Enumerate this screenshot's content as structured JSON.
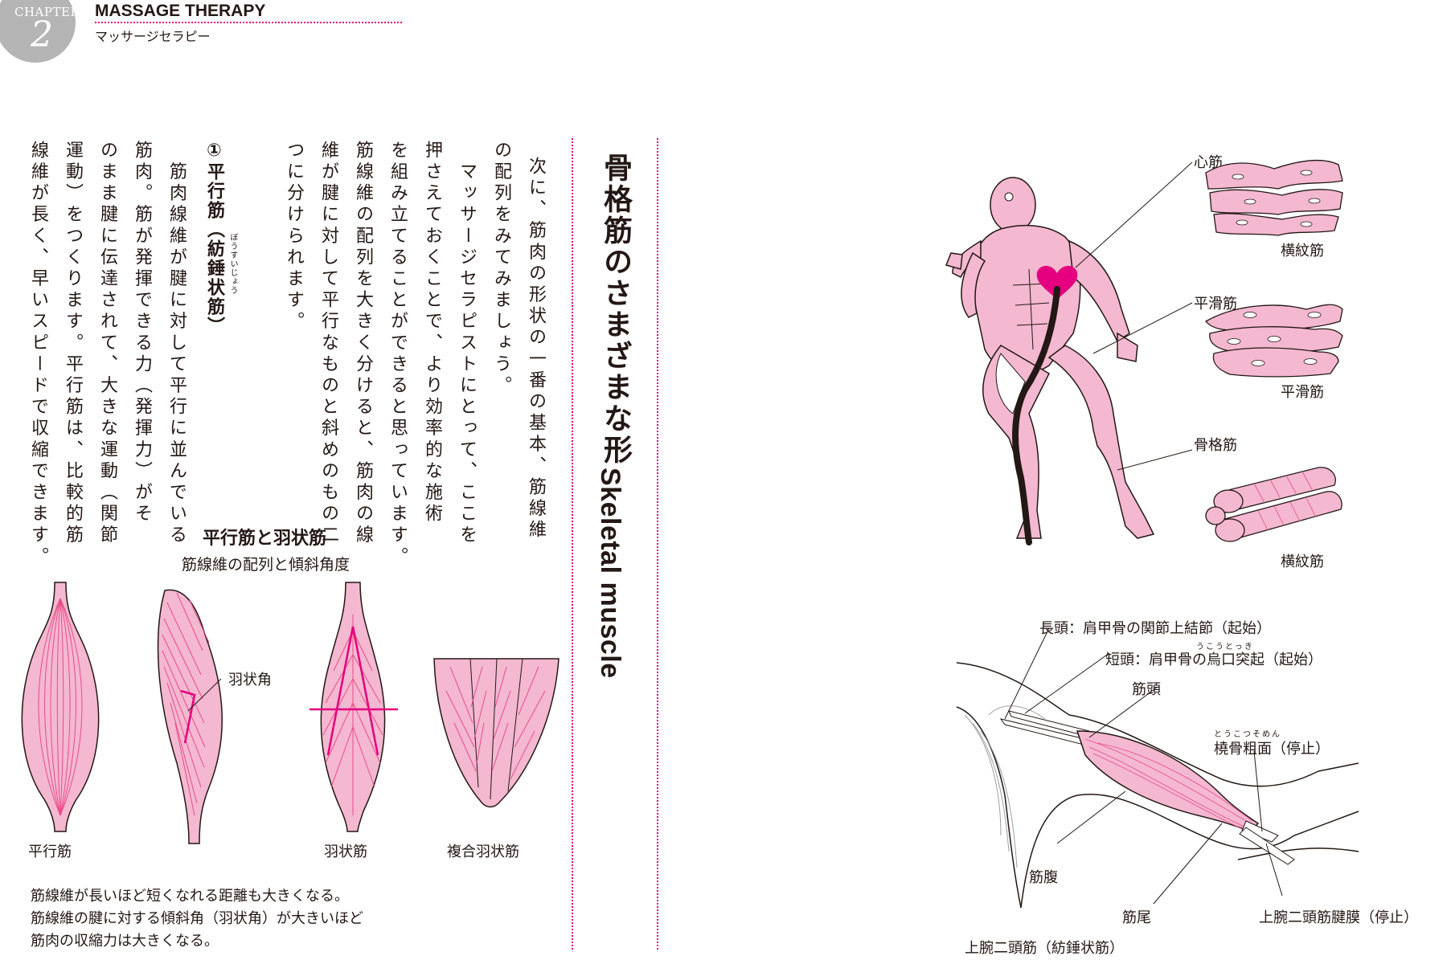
{
  "header": {
    "chapter_word": "CHAPTER",
    "chapter_number": "2",
    "title": "MASSAGE THERAPY",
    "subtitle": "マッサージセラピー"
  },
  "heading": {
    "ja": "骨格筋のさまざまな形",
    "en": "Skeletal muscle"
  },
  "body": {
    "lines": [
      "次に、筋肉の形状の一番の基本、筋線維",
      "の配列をみてみましょう。",
      "　マッサージセラピストにとって、ここを",
      "押さえておくことで、より効率的な施術",
      "を組み立てることができると思っています。",
      "筋線維の配列を大きく分けると、筋肉の線",
      "維が腱に対して平行なものと斜めのもの二",
      "つに分けられます。"
    ],
    "section_heading": "①平行筋（紡錘状筋）",
    "section_ruby": "ぼうすいじょう",
    "section_lines": [
      "　筋肉線維が腱に対して平行に並んでいる",
      "筋肉。筋が発揮できる力（発揮力）がそ",
      "のまま腱に伝達されて、大きな運動（関節",
      "運動）をつくります。平行筋は、比較的筋",
      "線維が長く、早いスピードで収縮できます。"
    ]
  },
  "figure_fiber": {
    "title": "平行筋と羽状筋",
    "subtitle": "筋線維の配列と傾斜角度",
    "labels": {
      "parallel": "平行筋",
      "pennate": "羽状筋",
      "multipennate": "複合羽状筋",
      "pennation_angle": "羽状角"
    },
    "notes": [
      "筋線維が長いほど短くなれる距離も大きくなる。",
      "筋線維の腱に対する傾斜角（羽状角）が大きいほど",
      "筋肉の収縮力は大きくなる。"
    ]
  },
  "figure_types": {
    "labels": {
      "cardiac": "心筋",
      "striated_1": "横紋筋",
      "smooth": "平滑筋",
      "smooth_2": "平滑筋",
      "skeletal": "骨格筋",
      "striated_2": "横紋筋"
    }
  },
  "figure_biceps": {
    "labels": {
      "long_head": "長頭：肩甲骨の関節上結節（起始）",
      "short_head": "短頭：肩甲骨の烏口突起（起始）",
      "short_head_ruby": "うこうとっき",
      "muscle_head": "筋頭",
      "radial_tuberosity": "橈骨粗面（停止）",
      "radial_ruby": "とうこつそめん",
      "belly": "筋腹",
      "tail": "筋尾",
      "aponeurosis": "上腕二頭筋腱膜（停止）",
      "caption": "上腕二頭筋（紡錘状筋）"
    }
  },
  "colors": {
    "accent": "#e4007f",
    "muscle_pink": "#f4b8d0",
    "muscle_line": "#e84d8a",
    "gray": "#b5b5b6"
  }
}
